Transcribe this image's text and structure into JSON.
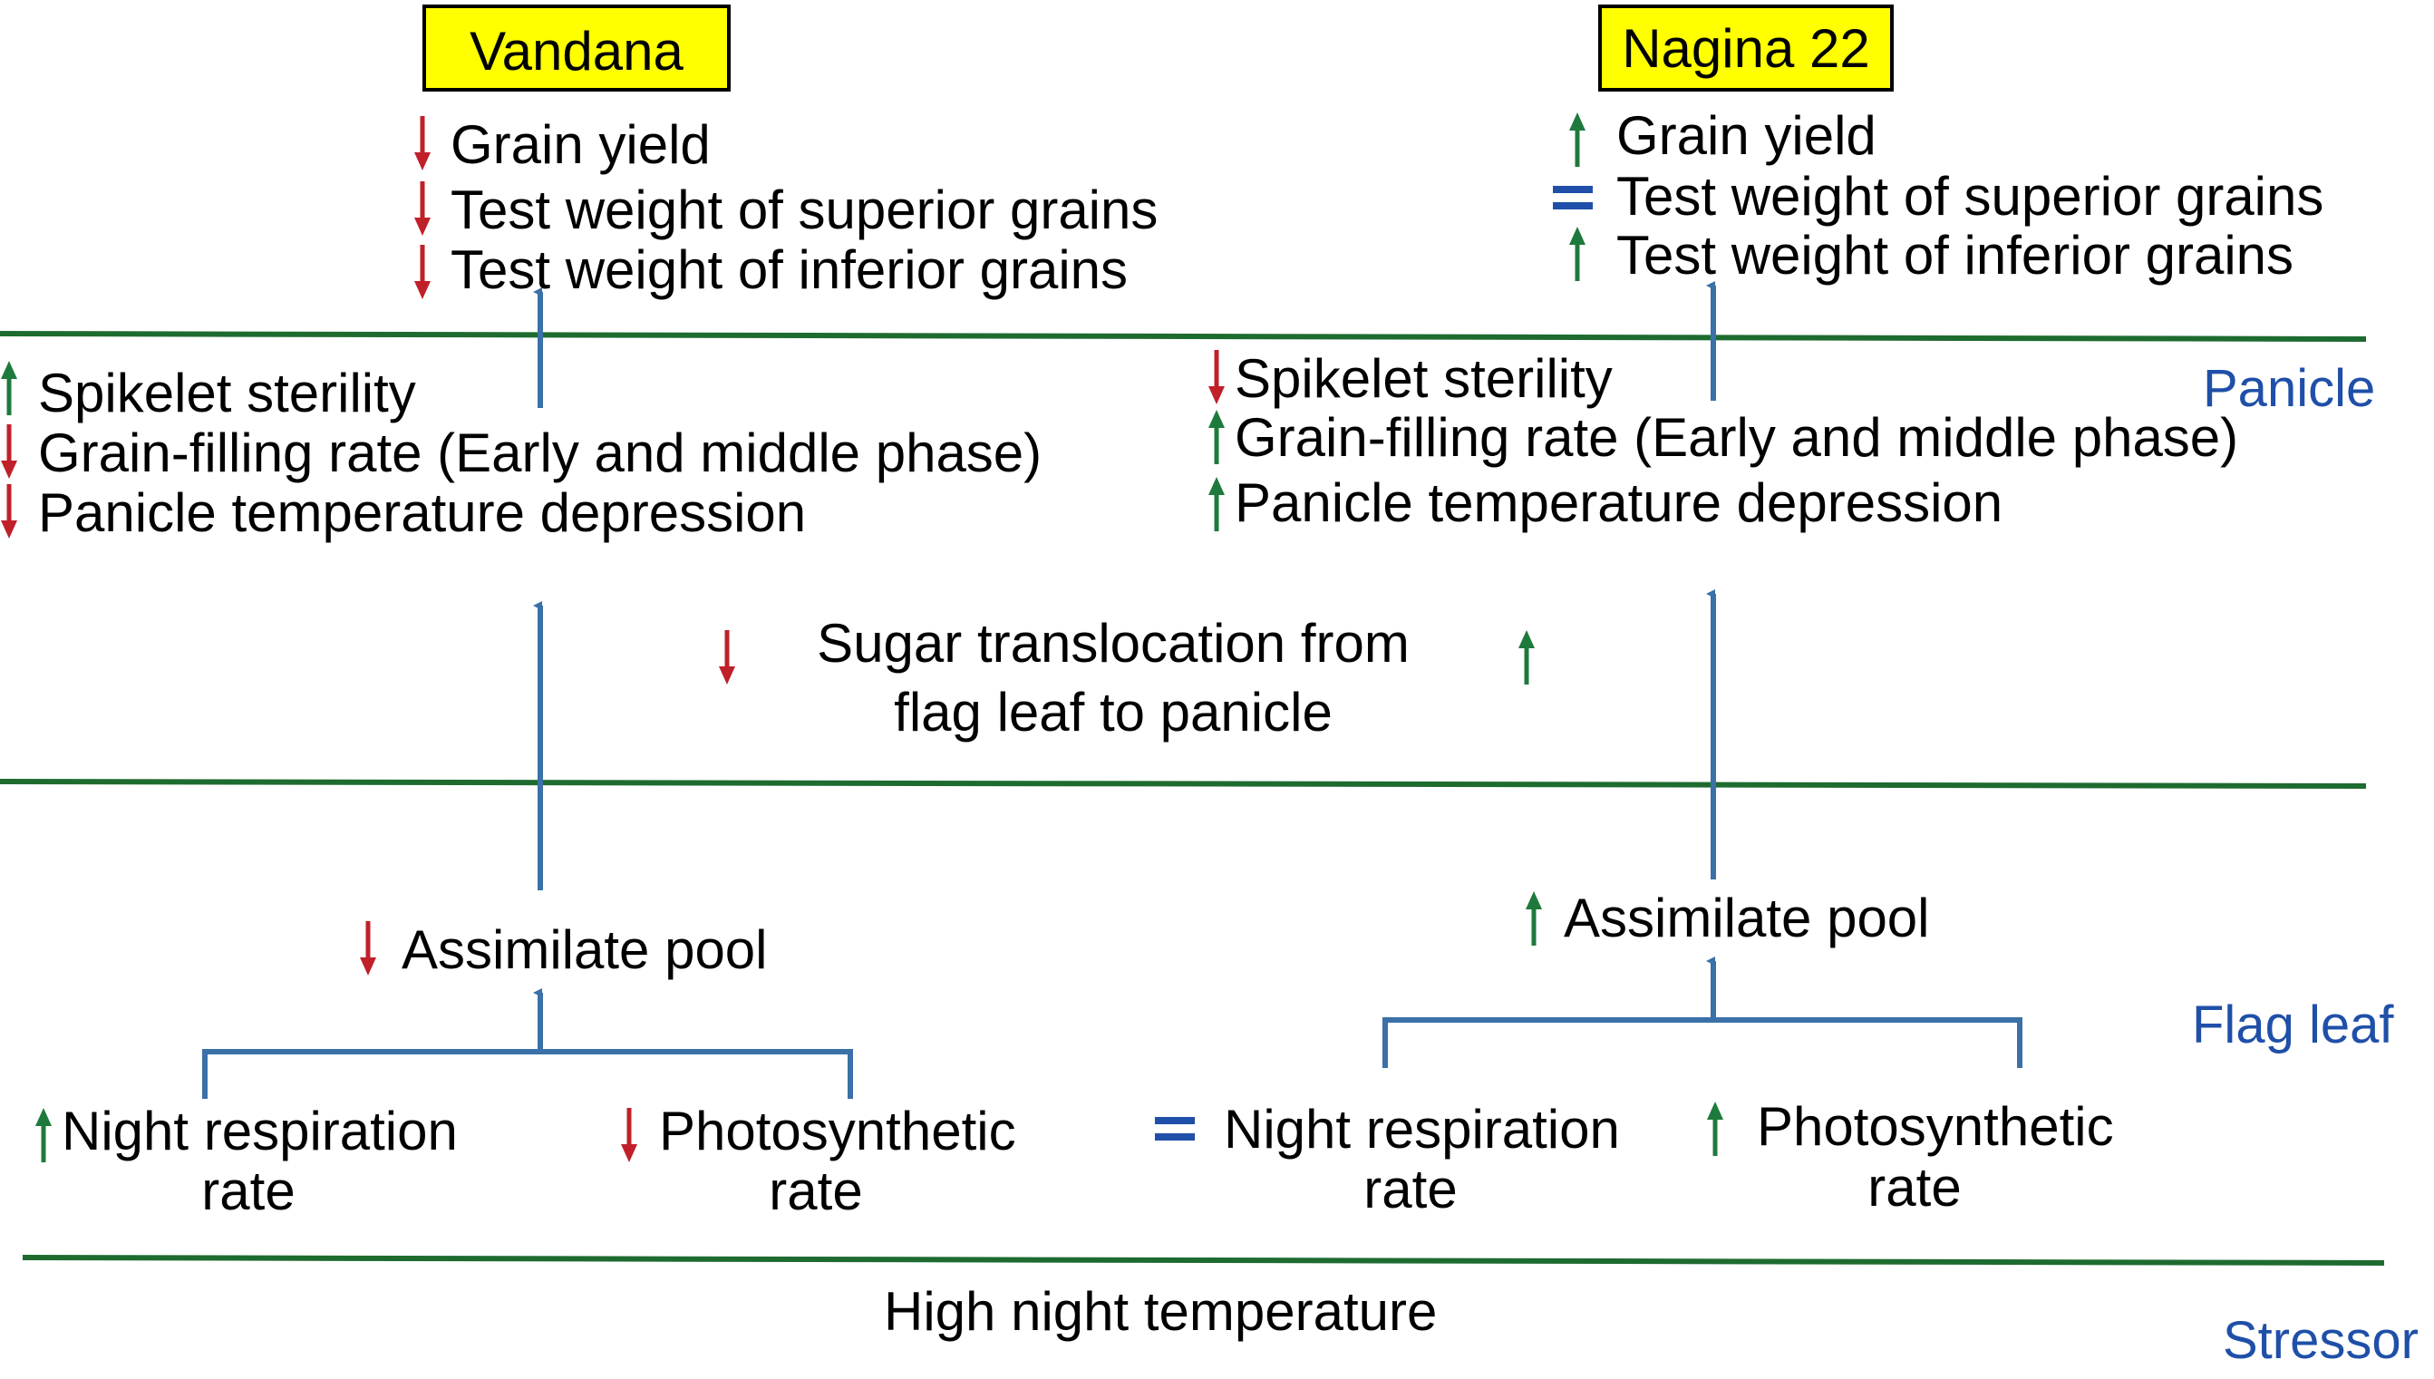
{
  "colors": {
    "divider": "#1e6b30",
    "flow": "#3b70a8",
    "increase": "#1e7a3c",
    "decrease": "#c0202a",
    "equal": "#1f4fa8",
    "zone_label": "#1f4fa8",
    "title_box_fill": "#ffff00"
  },
  "zones": {
    "panicle": "Panicle",
    "flag_leaf": "Flag leaf",
    "stressor": "Stressor"
  },
  "stressor_text": "High night temperature",
  "vandana": {
    "title": "Vandana",
    "outcomes": [
      {
        "text": "Grain yield",
        "trend": "down"
      },
      {
        "text": "Test weight of superior grains",
        "trend": "down"
      },
      {
        "text": "Test weight of inferior grains",
        "trend": "down"
      }
    ],
    "panicle_traits": [
      {
        "text": "Spikelet sterility",
        "trend": "up"
      },
      {
        "text": "Grain-filling rate (Early and middle phase)",
        "trend": "down"
      },
      {
        "text": "Panicle temperature depression",
        "trend": "down"
      }
    ],
    "translocation_trend": "down",
    "assimilate": {
      "text": "Assimilate pool",
      "trend": "down"
    },
    "night_respiration": {
      "line1": "Night respiration",
      "line2": "rate",
      "trend": "up"
    },
    "photosynthetic": {
      "line1": "Photosynthetic",
      "line2": "rate",
      "trend": "down"
    }
  },
  "nagina": {
    "title": "Nagina 22",
    "outcomes": [
      {
        "text": "Grain yield",
        "trend": "up"
      },
      {
        "text": "Test weight of superior grains",
        "trend": "equal"
      },
      {
        "text": "Test weight of inferior grains",
        "trend": "up"
      }
    ],
    "panicle_traits": [
      {
        "text": "Spikelet sterility",
        "trend": "down"
      },
      {
        "text": "Grain-filling rate (Early and middle phase)",
        "trend": "up"
      },
      {
        "text": "Panicle temperature depression",
        "trend": "up"
      }
    ],
    "translocation_trend": "up",
    "assimilate": {
      "text": "Assimilate pool",
      "trend": "up"
    },
    "night_respiration": {
      "line1": "Night respiration",
      "line2": "rate",
      "trend": "equal"
    },
    "photosynthetic": {
      "line1": "Photosynthetic",
      "line2": "rate",
      "trend": "up"
    }
  },
  "translocation": {
    "line1": "Sugar translocation from",
    "line2": "flag leaf to panicle"
  }
}
